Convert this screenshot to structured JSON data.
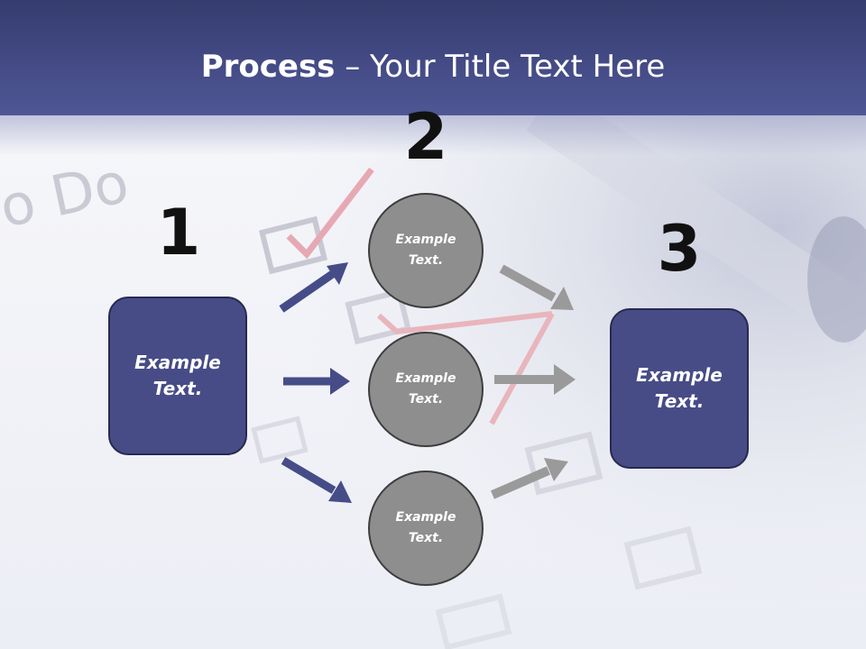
{
  "title": {
    "bold": "Process",
    "rest": " – Your Title Text Here"
  },
  "steps": {
    "one": "1",
    "two": "2",
    "three": "3"
  },
  "boxes": {
    "left": "Example Text.",
    "right": "Example Text."
  },
  "circles": {
    "top": "Example Text.",
    "middle": "Example Text.",
    "bottom": "Example Text."
  },
  "colors": {
    "title_bar": "#454c87",
    "box_fill": "#474c86",
    "circle_fill": "#8e8e8e",
    "arrow_blue": "#454c87",
    "arrow_gray": "#9a9a9a"
  },
  "icons": {
    "arrows_in": "arrow-right-icon",
    "arrows_out": "arrow-right-icon"
  }
}
